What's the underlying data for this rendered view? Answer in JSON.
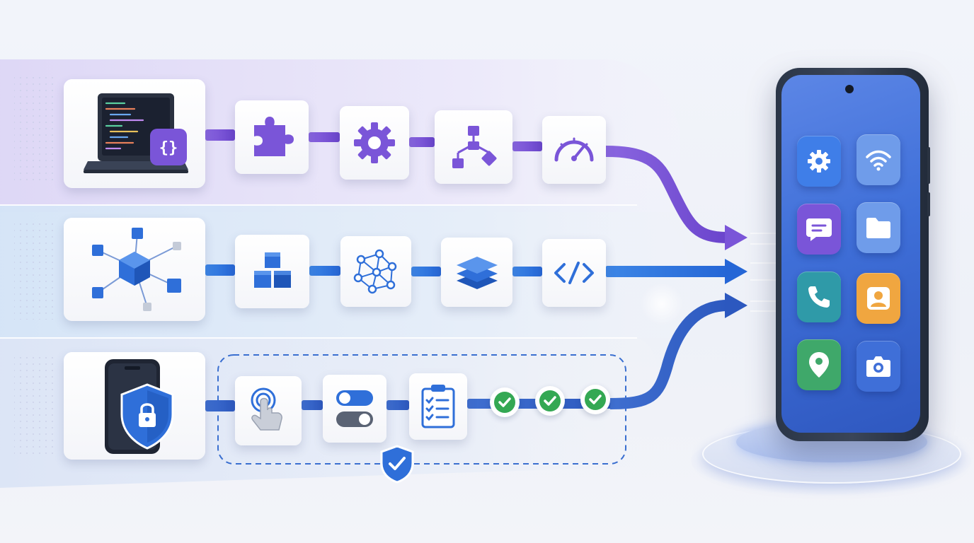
{
  "colors": {
    "purple": "#7a55d8",
    "blue": "#2f6fd9",
    "navy": "#2f5fc4",
    "green": "#34a853",
    "phone_screen": "#3f6fd8"
  },
  "lanes": [
    {
      "color": "purple",
      "source": "code-laptop-icon",
      "steps": [
        "puzzle-piece-icon",
        "gear-icon",
        "flowchart-icon",
        "speedometer-icon"
      ]
    },
    {
      "color": "blue",
      "source": "node-network-icon",
      "steps": [
        "stacked-cubes-icon",
        "mesh-network-icon",
        "layers-icon",
        "code-brackets-icon"
      ]
    },
    {
      "color": "navy",
      "source": "phone-security-lock-icon",
      "steps": [
        "tap-gesture-icon",
        "toggle-switches-icon",
        "checklist-clipboard-icon"
      ],
      "checks": [
        "check-badge-icon",
        "check-badge-icon",
        "check-badge-icon"
      ],
      "group_badge": "shield-check-icon"
    }
  ],
  "phone_apps": [
    {
      "icon": "settings-app-icon",
      "color": "#3f7ee8"
    },
    {
      "icon": "wifi-app-icon",
      "color": "#6f9cea"
    },
    {
      "icon": "messages-app-icon",
      "color": "#7a55d8"
    },
    {
      "icon": "files-app-icon",
      "color": "#6f9cea"
    },
    {
      "icon": "phone-app-icon",
      "color": "#2f9aa8"
    },
    {
      "icon": "contacts-app-icon",
      "color": "#f0a640"
    },
    {
      "icon": "maps-app-icon",
      "color": "#3fa86a"
    },
    {
      "icon": "camera-app-icon",
      "color": "#3f6fd8"
    }
  ]
}
